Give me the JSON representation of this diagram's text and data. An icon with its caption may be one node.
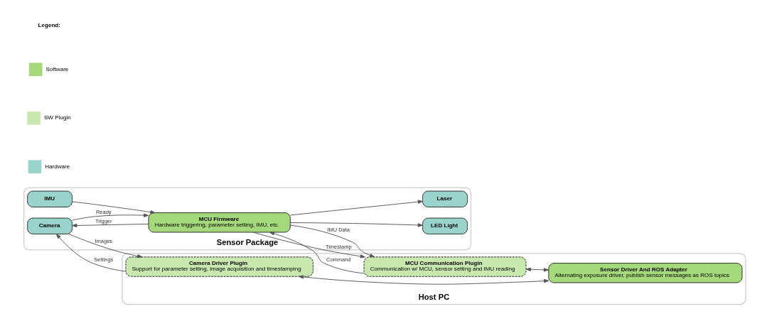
{
  "diagram": {
    "nodes": [
      {
        "text": [
          "Sensor Package"
        ]
      },
      {
        "text": [
          "Camera"
        ],
        "in": 0
      },
      {
        "text": [
          "IMU"
        ],
        "in": 0
      },
      {
        "text": [
          "LED Light"
        ],
        "in": 0
      },
      {
        "text": [
          "Laser"
        ],
        "in": 0
      },
      {
        "text": [
          "MCU Firmware",
          "Hardware triggering, parameter setting, IMU, etc."
        ],
        "in": 0
      },
      {
        "text": [
          "Host PC"
        ]
      },
      {
        "text": [
          "Camera Driver Plugin",
          "Support for parameter setting, image acquisition and timestamping"
        ],
        "in": 6
      },
      {
        "text": [
          "MCU Communication Plugin",
          "Communication w/ MCU, sensor setting and IMU reading"
        ],
        "in": 6
      },
      {
        "text": [
          "Sensor Driver And ROS Adapter",
          "Alternating exposure driver, publish sensor messages as ROS topics"
        ],
        "in": 6
      }
    ],
    "edges": [
      {
        "from": 7,
        "to": 1,
        "arrow": "to",
        "label": "Settings"
      },
      {
        "from": 1,
        "to": 7,
        "arrow": "to",
        "label": "Images"
      },
      {
        "from": 1,
        "to": 5,
        "arrow": "to",
        "label": "Ready"
      },
      {
        "from": 5,
        "to": 1,
        "arrow": "to",
        "label": "Trigger"
      },
      {
        "from": 2,
        "to": 5,
        "arrow": "to"
      },
      {
        "from": 5,
        "to": 3,
        "arrow": "to"
      },
      {
        "from": 5,
        "to": 4,
        "arrow": "to"
      },
      {
        "from": 5,
        "to": 8,
        "arrow": "to",
        "label": "IMU Data"
      },
      {
        "from": 5,
        "to": 8,
        "arrow": "to",
        "label": "Timestamp"
      },
      {
        "from": 8,
        "to": 5,
        "arrow": "to",
        "label": "Command"
      },
      {
        "from": 7,
        "to": 9,
        "arrow": "both"
      },
      {
        "from": 8,
        "to": 9,
        "arrow": "both"
      }
    ],
    "labels": [
      "Legend:"
    ],
    "legend": [
      {
        "text": "Software",
        "color": "#a4d87a"
      },
      {
        "text": "SW Plugin",
        "color": "#c8e8b0"
      },
      {
        "text": "Hardware",
        "color": "#9ad3cb"
      }
    ]
  }
}
